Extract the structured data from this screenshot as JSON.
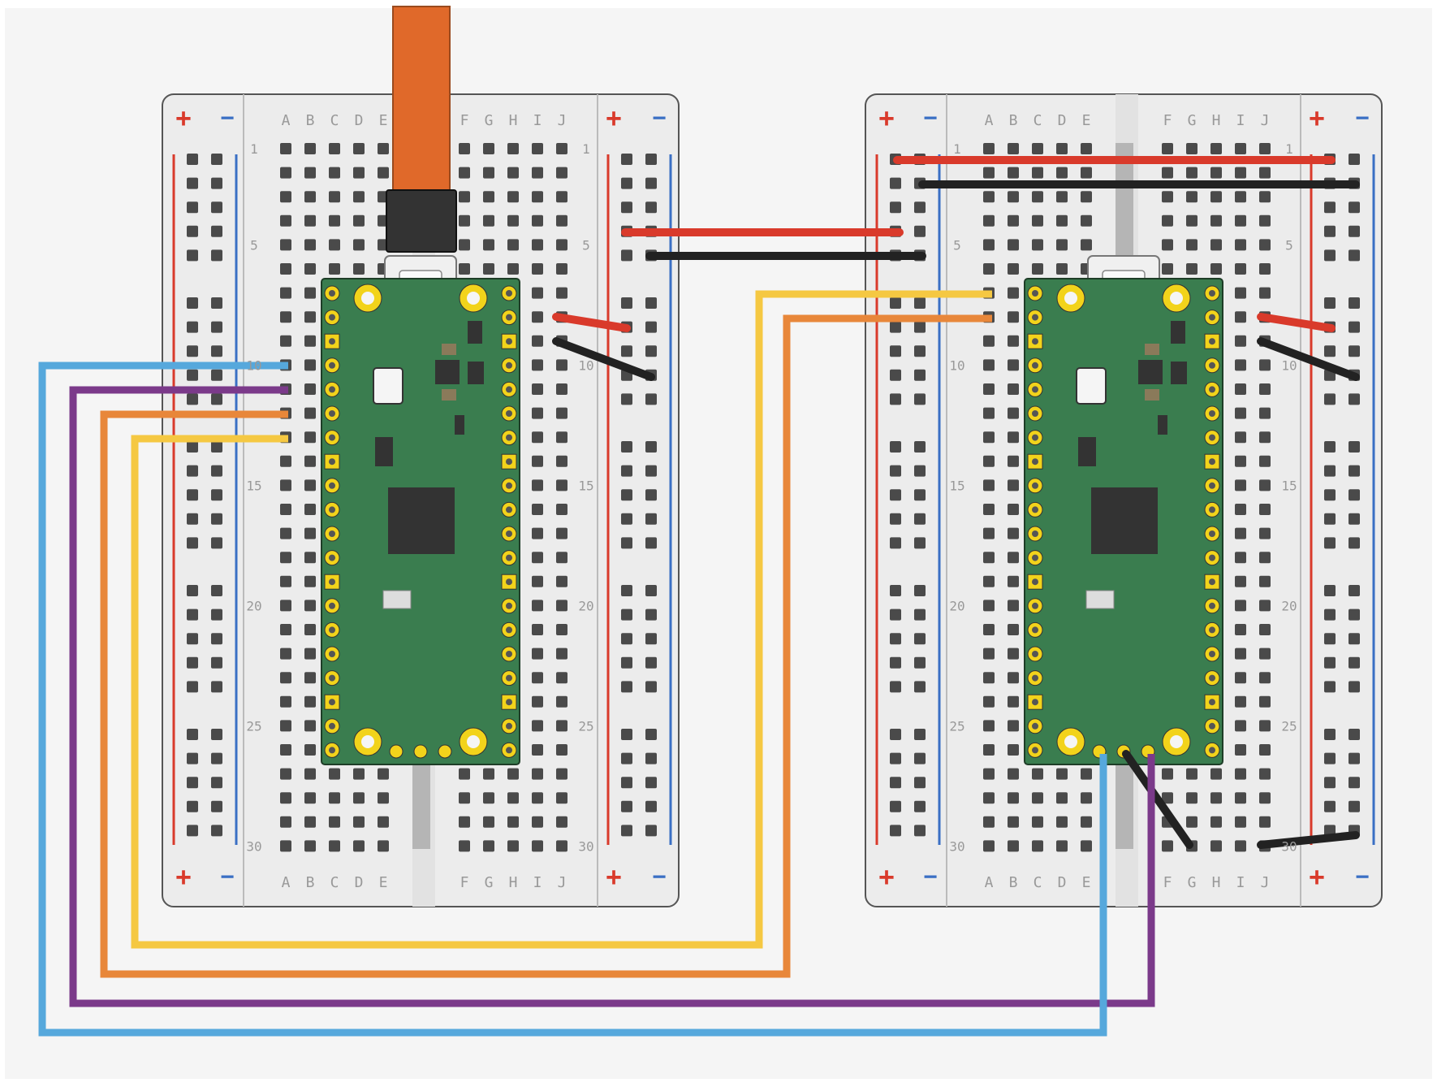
{
  "breadboards": [
    {
      "name": "left",
      "column_letters_left": [
        "A",
        "B",
        "C",
        "D",
        "E"
      ],
      "column_letters_right": [
        "F",
        "G",
        "H",
        "I",
        "J"
      ],
      "row_numbers": [
        "1",
        "5",
        "10",
        "15",
        "20",
        "25",
        "30"
      ],
      "rail_symbols": [
        "+",
        "−"
      ]
    },
    {
      "name": "right",
      "column_letters_left": [
        "A",
        "B",
        "C",
        "D",
        "E"
      ],
      "column_letters_right": [
        "F",
        "G",
        "H",
        "I",
        "J"
      ],
      "row_numbers": [
        "1",
        "5",
        "10",
        "15",
        "20",
        "25",
        "30"
      ],
      "rail_symbols": [
        "+",
        "−"
      ]
    }
  ],
  "colors": {
    "background": "#f5f5f5",
    "breadboard": "#ececec",
    "breadboard_border": "#555555",
    "hole": "#4a4a4a",
    "rail_red": "#d93a2b",
    "rail_blue": "#3a6fc4",
    "board_green": "#3a7d4f",
    "pin_gold": "#f2d31b",
    "usb_cable": "#e0692a",
    "wire_red": "#d93a2b",
    "wire_black": "#222222",
    "wire_yellow": "#f5c842",
    "wire_orange": "#e8873a",
    "wire_purple": "#7b3a8a",
    "wire_blue": "#56a8dc"
  },
  "icons": {
    "microcontroller": "pico-board-icon",
    "usb_cable": "usb-cable-icon"
  }
}
